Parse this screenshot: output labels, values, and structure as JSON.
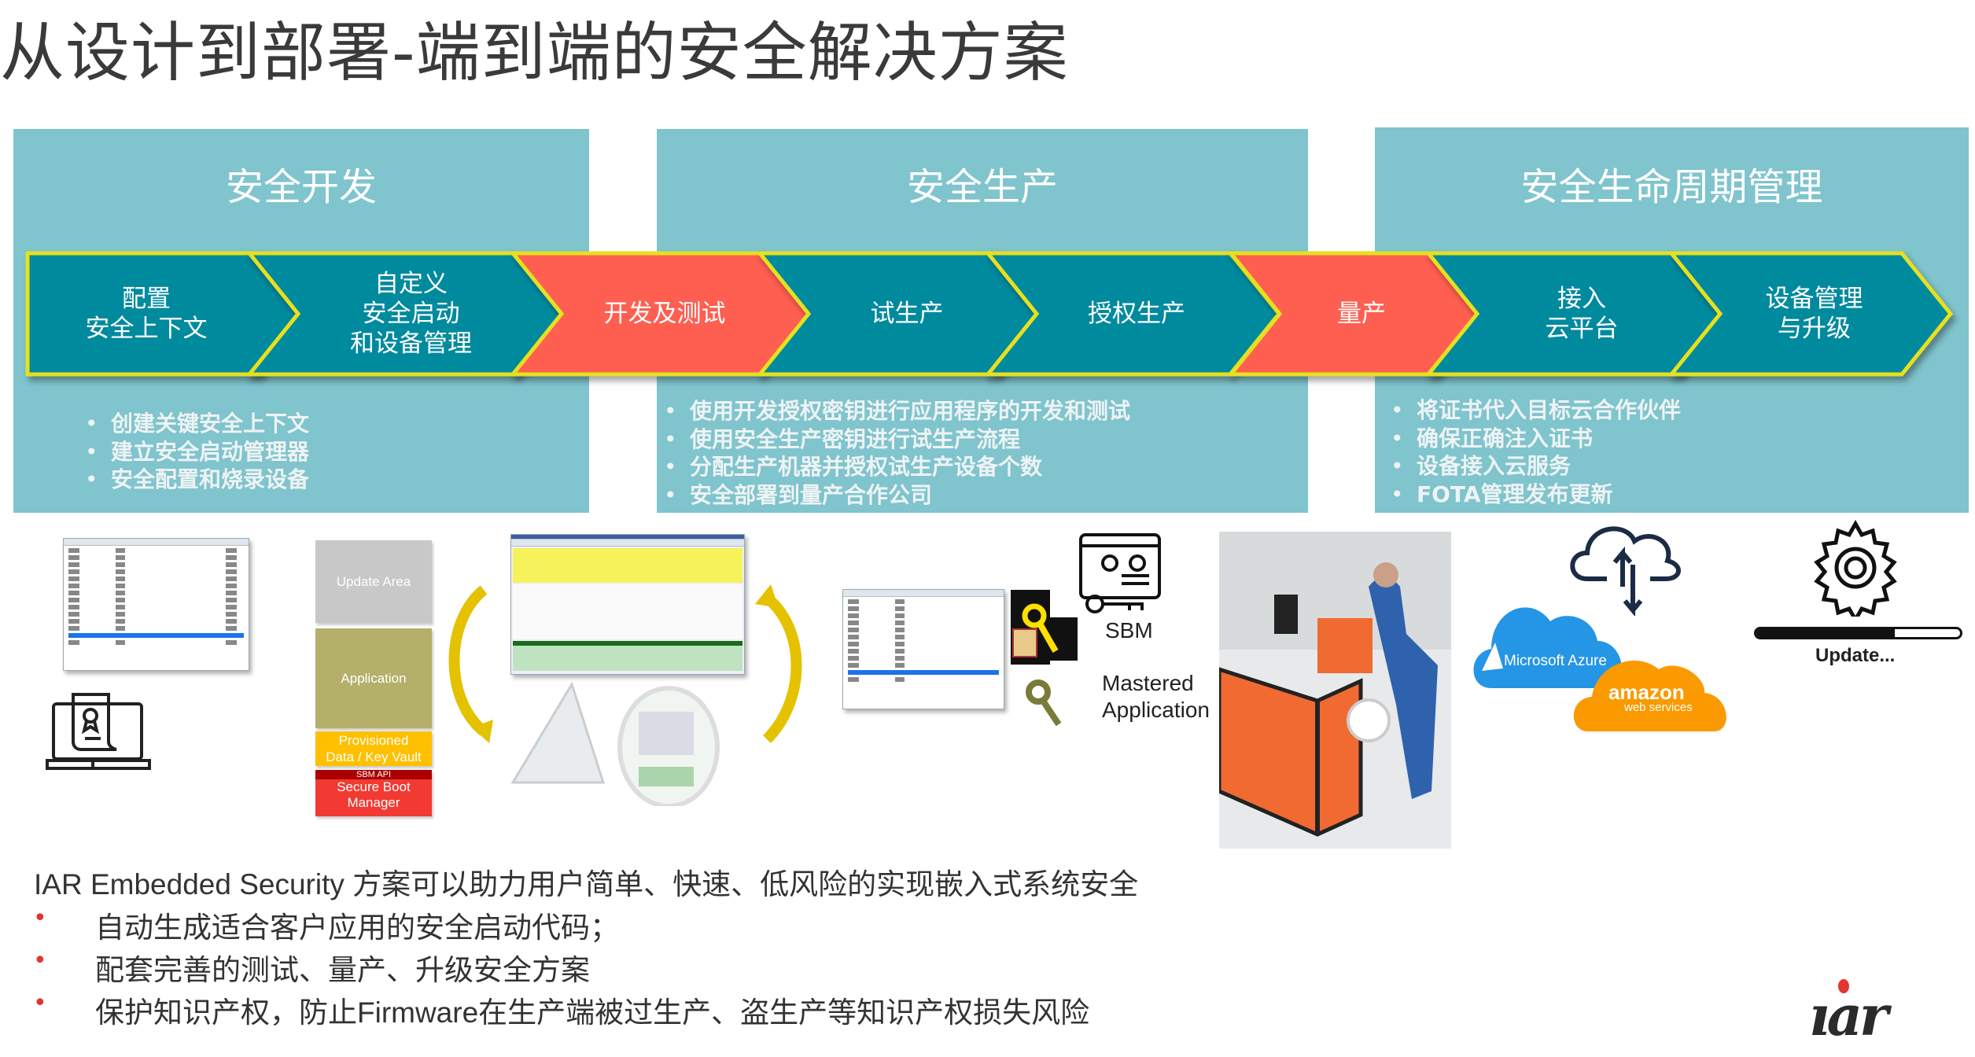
{
  "title": "从设计到部署-端到端的安全解决方案",
  "colors": {
    "panel": "#80c4cd",
    "teal_arrow": "#008a9e",
    "red_arrow": "#fe5f51",
    "arrow_border": "#e6e020",
    "bullet_red": "#e3342f"
  },
  "panels": [
    {
      "title": "安全开发",
      "bullets": [
        "创建关键安全上下文",
        "建立安全启动管理器",
        "安全配置和烧录设备"
      ]
    },
    {
      "title": "安全生产",
      "bullets": [
        "使用开发授权密钥进行应用程序的开发和测试",
        "使用安全生产密钥进行试生产流程",
        "分配生产机器并授权试生产设备个数",
        "安全部署到量产合作公司"
      ]
    },
    {
      "title": "安全生命周期管理",
      "bullets": [
        "将证书代入目标云合作伙伴",
        "确保正确注入证书",
        "设备接入云服务",
        "FOTA管理发布更新"
      ]
    }
  ],
  "steps": [
    {
      "lines": [
        "配置",
        "安全上下文"
      ],
      "color": "teal"
    },
    {
      "lines": [
        "自定义",
        "安全启动",
        "和设备管理"
      ],
      "color": "teal"
    },
    {
      "lines": [
        "开发及测试"
      ],
      "color": "red"
    },
    {
      "lines": [
        "试生产"
      ],
      "color": "teal"
    },
    {
      "lines": [
        "授权生产"
      ],
      "color": "teal"
    },
    {
      "lines": [
        "量产"
      ],
      "color": "red"
    },
    {
      "lines": [
        "接入",
        "云平台"
      ],
      "color": "teal"
    },
    {
      "lines": [
        "设备管理",
        "与升级"
      ],
      "color": "teal"
    }
  ],
  "memory_map": {
    "update_area": "Update Area",
    "application": "Application",
    "provisioned_1": "Provisioned",
    "provisioned_2": "Data / Key Vault",
    "sbm_api": "SBM API",
    "sbm_1": "Secure Boot",
    "sbm_2": "Manager"
  },
  "sbm_label": "SBM",
  "mastered_1": "Mastered",
  "mastered_2": "Application",
  "azure": "Microsoft Azure",
  "amazon": "amazon",
  "aws_sub": "web services",
  "update_label": "Update...",
  "update_progress": 0.68,
  "summary": {
    "intro": "IAR Embedded Security 方案可以助力用户简单、快速、低风险的实现嵌入式系统安全",
    "points": [
      "自动生成适合客户应用的安全启动代码；",
      "配套完善的测试、量产、升级安全方案",
      "保护知识产权，防止Firmware在生产端被过生产、盗生产等知识产权损失风险"
    ]
  },
  "logo": "iar"
}
